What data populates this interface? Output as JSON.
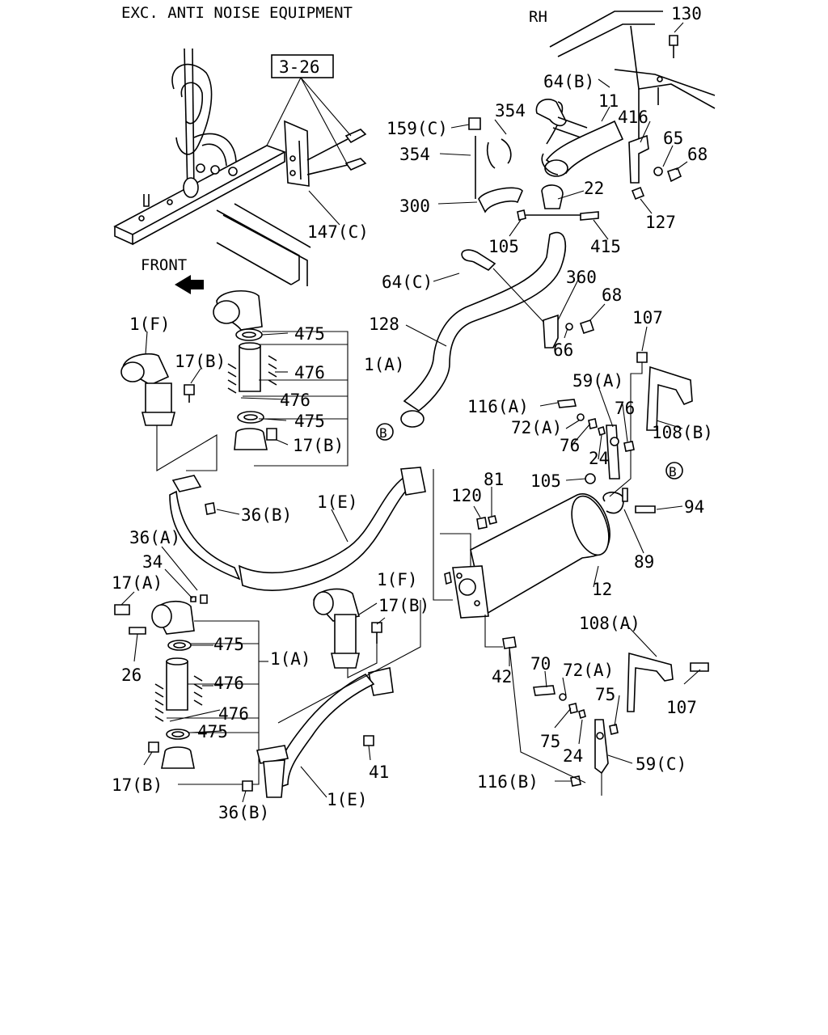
{
  "header": {
    "title": "EXC. ANTI NOISE EQUIPMENT",
    "side": "RH",
    "front": "FRONT",
    "ref_box": "3-26",
    "circle_ref": "B"
  },
  "callouts": [
    {
      "id": "130",
      "text": "130"
    },
    {
      "id": "64b",
      "text": "64(B)"
    },
    {
      "id": "11",
      "text": "11"
    },
    {
      "id": "416",
      "text": "416"
    },
    {
      "id": "65",
      "text": "65"
    },
    {
      "id": "68a",
      "text": "68"
    },
    {
      "id": "127",
      "text": "127"
    },
    {
      "id": "22",
      "text": "22"
    },
    {
      "id": "415",
      "text": "415"
    },
    {
      "id": "105a",
      "text": "105"
    },
    {
      "id": "159c",
      "text": "159(C)"
    },
    {
      "id": "354a",
      "text": "354"
    },
    {
      "id": "354b",
      "text": "354"
    },
    {
      "id": "300",
      "text": "300"
    },
    {
      "id": "147c",
      "text": "147(C)"
    },
    {
      "id": "64c",
      "text": "64(C)"
    },
    {
      "id": "360",
      "text": "360"
    },
    {
      "id": "68b",
      "text": "68"
    },
    {
      "id": "66",
      "text": "66"
    },
    {
      "id": "128",
      "text": "128"
    },
    {
      "id": "107a",
      "text": "107"
    },
    {
      "id": "1f_top",
      "text": "1(F)"
    },
    {
      "id": "17b_1",
      "text": "17(B)"
    },
    {
      "id": "475_1",
      "text": "475"
    },
    {
      "id": "476_1",
      "text": "476"
    },
    {
      "id": "1a_top",
      "text": "1(A)"
    },
    {
      "id": "476_2",
      "text": "476"
    },
    {
      "id": "475_2",
      "text": "475"
    },
    {
      "id": "17b_2",
      "text": "17(B)"
    },
    {
      "id": "59a",
      "text": "59(A)"
    },
    {
      "id": "116a",
      "text": "116(A)"
    },
    {
      "id": "72a_1",
      "text": "72(A)"
    },
    {
      "id": "76a",
      "text": "76"
    },
    {
      "id": "76b",
      "text": "76"
    },
    {
      "id": "108b",
      "text": "108(B)"
    },
    {
      "id": "24a",
      "text": "24"
    },
    {
      "id": "105b",
      "text": "105"
    },
    {
      "id": "94",
      "text": "94"
    },
    {
      "id": "89",
      "text": "89"
    },
    {
      "id": "81",
      "text": "81"
    },
    {
      "id": "120",
      "text": "120"
    },
    {
      "id": "36b_1",
      "text": "36(B)"
    },
    {
      "id": "1e_top",
      "text": "1(E)"
    },
    {
      "id": "36a",
      "text": "36(A)"
    },
    {
      "id": "34",
      "text": "34"
    },
    {
      "id": "17a",
      "text": "17(A)"
    },
    {
      "id": "12",
      "text": "12"
    },
    {
      "id": "1f_bot",
      "text": "1(F)"
    },
    {
      "id": "17b_3",
      "text": "17(B)"
    },
    {
      "id": "475_3",
      "text": "475"
    },
    {
      "id": "1a_bot",
      "text": "1(A)"
    },
    {
      "id": "26",
      "text": "26"
    },
    {
      "id": "476_3",
      "text": "476"
    },
    {
      "id": "476_4",
      "text": "476"
    },
    {
      "id": "475_4",
      "text": "475"
    },
    {
      "id": "42",
      "text": "42"
    },
    {
      "id": "108a",
      "text": "108(A)"
    },
    {
      "id": "70",
      "text": "70"
    },
    {
      "id": "72a_2",
      "text": "72(A)"
    },
    {
      "id": "75a",
      "text": "75"
    },
    {
      "id": "107b",
      "text": "107"
    },
    {
      "id": "75b",
      "text": "75"
    },
    {
      "id": "24b",
      "text": "24"
    },
    {
      "id": "59c",
      "text": "59(C)"
    },
    {
      "id": "41",
      "text": "41"
    },
    {
      "id": "116b",
      "text": "116(B)"
    },
    {
      "id": "17b_4",
      "text": "17(B)"
    },
    {
      "id": "36b_2",
      "text": "36(B)"
    },
    {
      "id": "1e_bot",
      "text": "1(E)"
    }
  ]
}
